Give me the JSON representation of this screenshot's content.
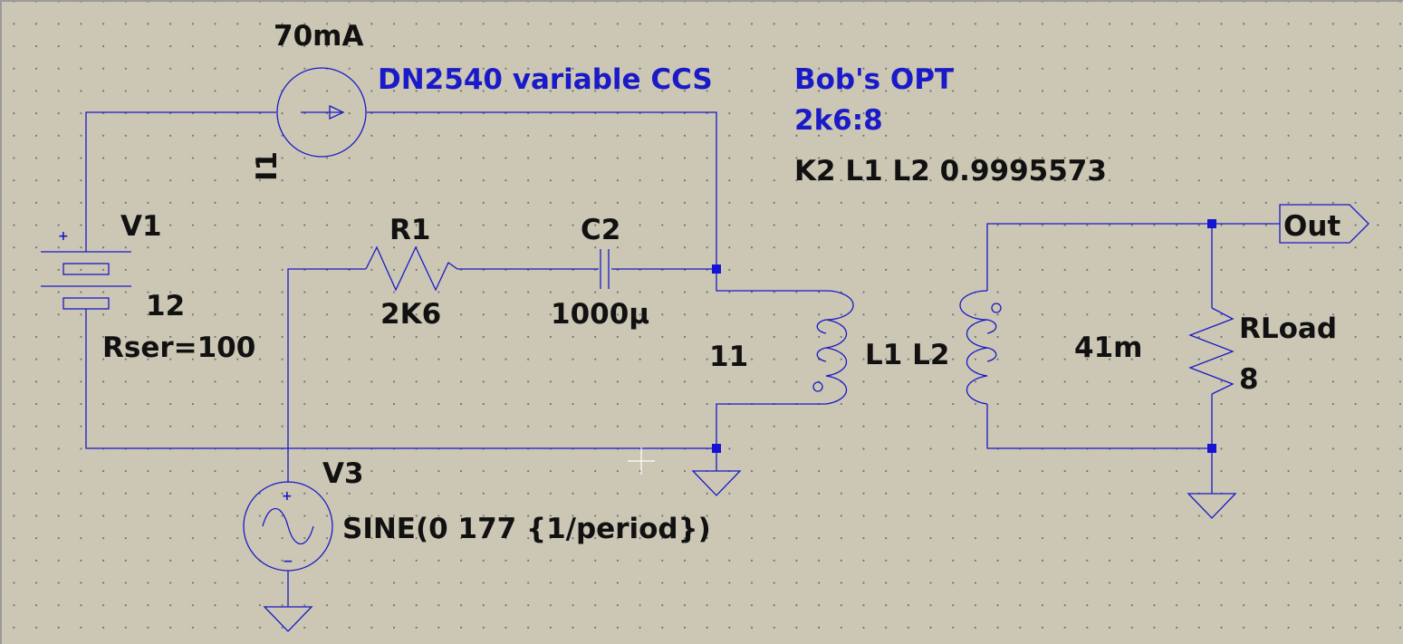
{
  "colors": {
    "background": "#cbc7b4",
    "wire": "#1a1ac8",
    "junction": "#1414d2",
    "label_text": "#111111",
    "comment_text": "#1a1ac8",
    "grid_dot": "#6e6e6e"
  },
  "components": {
    "i1": {
      "ref": "I1",
      "value": "70mA"
    },
    "v1": {
      "ref": "V1",
      "value": "12",
      "param": "Rser=100",
      "plus": "+"
    },
    "r1": {
      "ref": "R1",
      "value": "2K6"
    },
    "c2": {
      "ref": "C2",
      "value": "1000µ"
    },
    "l1": {
      "value": "11"
    },
    "l2": {
      "value": "41m"
    },
    "transformer": {
      "ref": "L1 L2"
    },
    "v3": {
      "ref": "V3",
      "value": "SINE(0 177 {1/period})",
      "plus": "+",
      "minus": "−"
    },
    "rload": {
      "ref": "RLoad",
      "value": "8"
    }
  },
  "comments": {
    "ccs": "DN2540 variable CCS",
    "opt_title": "Bob's OPT",
    "opt_ratio": "2k6:8"
  },
  "directives": {
    "coupling": "K2 L1 L2 0.9995573"
  },
  "net_labels": {
    "out": "Out"
  },
  "icons": [
    "current-source-icon",
    "battery-icon",
    "resistor-icon",
    "capacitor-icon",
    "inductor-icon",
    "sine-source-icon",
    "ground-icon",
    "output-port-icon",
    "cursor-crosshair-icon"
  ]
}
